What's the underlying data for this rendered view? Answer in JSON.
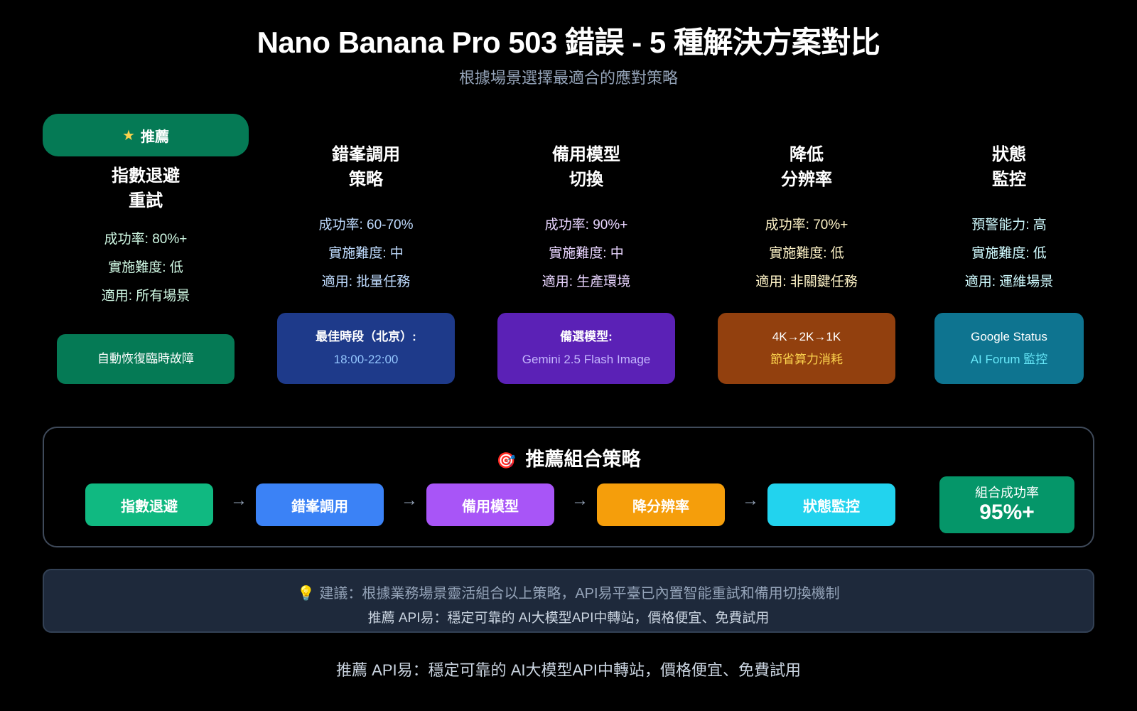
{
  "header": {
    "title": "Nano Banana Pro 503 錯誤 - 5 種解決方案對比",
    "subtitle": "根據場景選擇最適合的應對策略"
  },
  "recommended_badge": {
    "icon": "star-icon",
    "label": "推薦"
  },
  "solutions": [
    {
      "title_line1": "指數退避",
      "title_line2": "重試",
      "stat1": "成功率: 80%+",
      "stat2": "實施難度: 低",
      "stat3": "適用: 所有場景",
      "box_line1": "自動恢復臨時故障",
      "box_line2": "",
      "stat_color": "#d1fae5",
      "box_color": "#057a55"
    },
    {
      "title_line1": "錯峯調用",
      "title_line2": "策略",
      "stat1": "成功率: 60-70%",
      "stat2": "實施難度: 中",
      "stat3": "適用: 批量任務",
      "box_line1": "最佳時段（北京）:",
      "box_line2": "18:00-22:00",
      "stat_color": "#bfdbfe",
      "box_color": "#1e3a8a"
    },
    {
      "title_line1": "備用模型",
      "title_line2": "切換",
      "stat1": "成功率: 90%+",
      "stat2": "實施難度: 中",
      "stat3": "適用: 生產環境",
      "box_line1": "備選模型:",
      "box_line2": "Gemini 2.5 Flash Image",
      "stat_color": "#e9d5ff",
      "box_color": "#5b21b6"
    },
    {
      "title_line1": "降低",
      "title_line2": "分辨率",
      "stat1": "成功率: 70%+",
      "stat2": "實施難度: 低",
      "stat3": "適用: 非關鍵任務",
      "box_line1": "4K→2K→1K",
      "box_line2": "節省算力消耗",
      "stat_color": "#fef3c7",
      "box_color": "#92400e"
    },
    {
      "title_line1": "狀態",
      "title_line2": "監控",
      "stat1": "預警能力: 高",
      "stat2": "實施難度: 低",
      "stat3": "適用: 運維場景",
      "box_line1": "Google Status",
      "box_line2": "AI Forum 監控",
      "stat_color": "#cffafe",
      "box_color": "#0e7490"
    }
  ],
  "combo": {
    "icon": "dart-target-icon",
    "title": "推薦組合策略",
    "arrow": "→",
    "steps": [
      {
        "label": "指數退避",
        "color": "#10b981"
      },
      {
        "label": "錯峯調用",
        "color": "#3b82f6"
      },
      {
        "label": "備用模型",
        "color": "#a855f7"
      },
      {
        "label": "降分辨率",
        "color": "#f59e0b"
      },
      {
        "label": "狀態監控",
        "color": "#22d3ee"
      }
    ],
    "rate_label": "組合成功率",
    "rate_value": "95%+"
  },
  "tip": {
    "icon": "lightbulb-icon",
    "line1": "建議：根據業務場景靈活組合以上策略，API易平臺已內置智能重試和備用切換機制",
    "line2": "推薦 API易：穩定可靠的 AI大模型API中轉站，價格便宜、免費試用"
  },
  "footer": {
    "text": "推薦 API易：穩定可靠的 AI大模型API中轉站，價格便宜、免費試用"
  }
}
